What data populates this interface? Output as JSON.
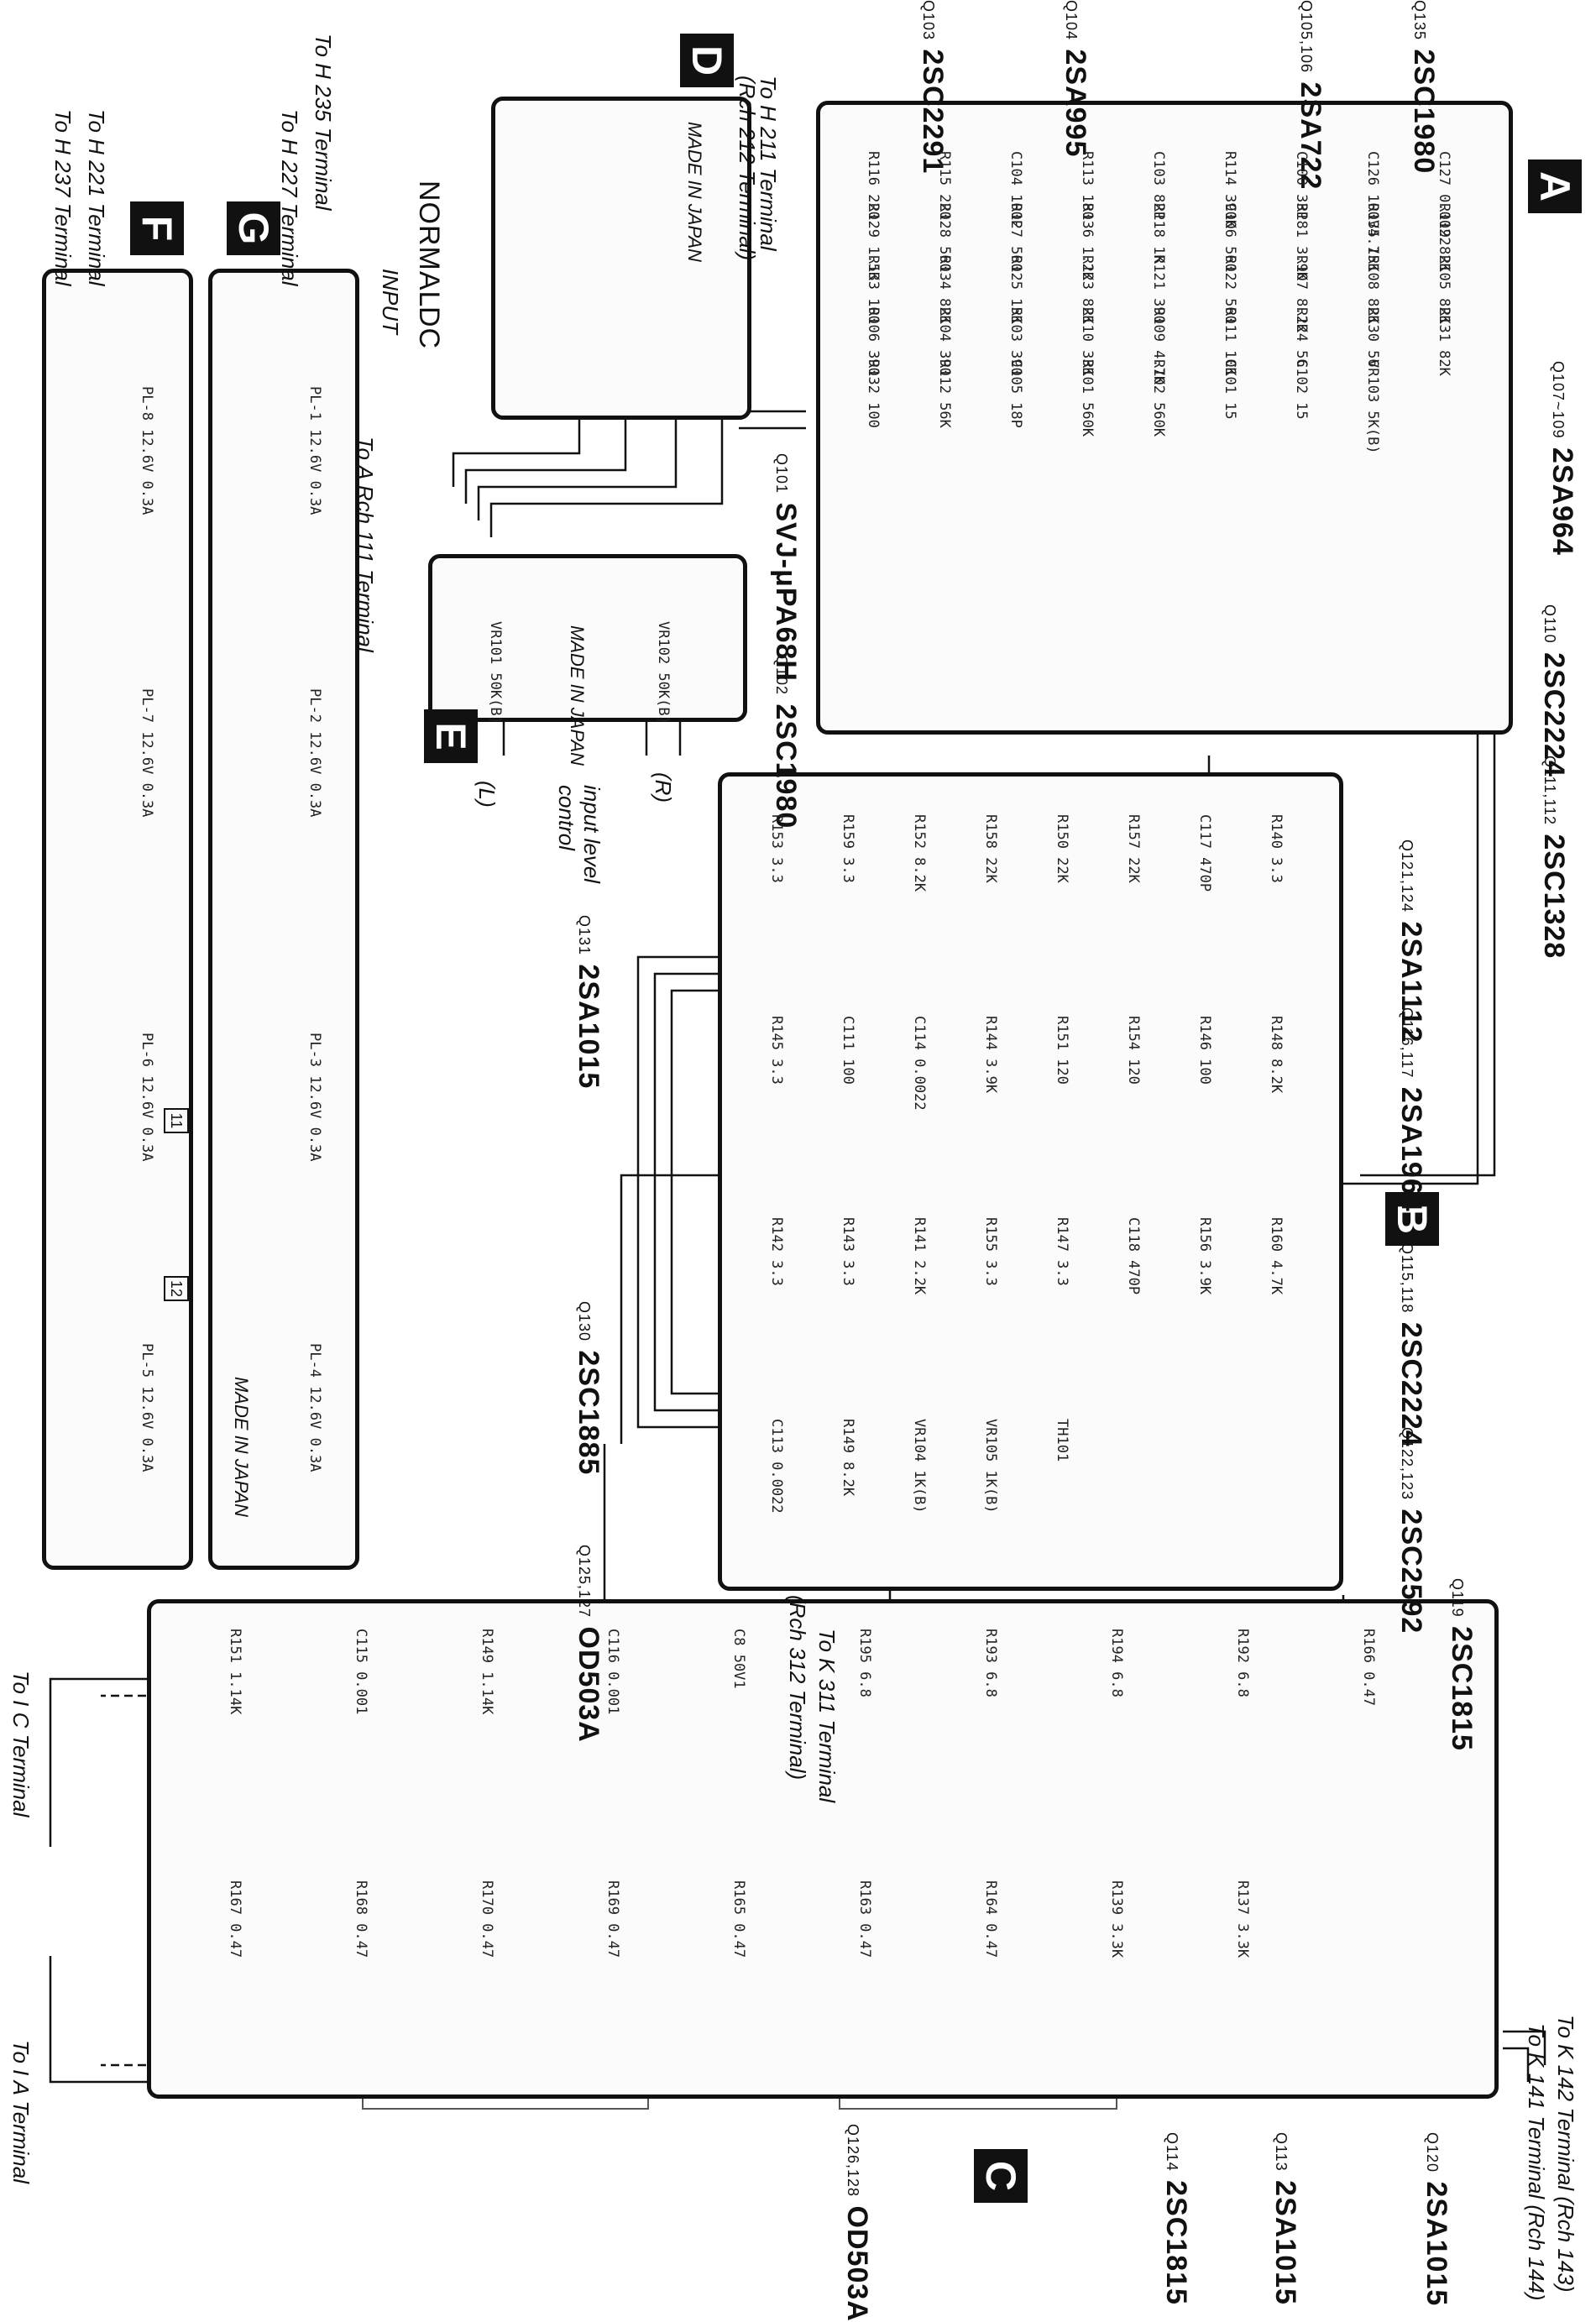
{
  "boards": {
    "a": {
      "letter": "A"
    },
    "b": {
      "letter": "B"
    },
    "c": {
      "letter": "C"
    },
    "d": {
      "letter": "D",
      "made_in": "MADE IN JAPAN"
    },
    "e": {
      "letter": "E",
      "made_in": "MADE IN JAPAN"
    },
    "f": {
      "letter": "F"
    },
    "g": {
      "letter": "G",
      "made_in": "MADE IN JAPAN"
    }
  },
  "transistor_labels": {
    "q135": {
      "ref": "Q135",
      "part": "2SC1980"
    },
    "q105": {
      "ref": "Q105,106",
      "part": "2SA722"
    },
    "q104": {
      "ref": "Q104",
      "part": "2SA995"
    },
    "q103": {
      "ref": "Q103",
      "part": "2SC2291"
    },
    "q107": {
      "ref": "Q107~109",
      "part": "2SA964"
    },
    "q110": {
      "ref": "Q110",
      "part": "2SC2224"
    },
    "q111": {
      "ref": "Q111,112",
      "part": "2SC1328"
    },
    "q101": {
      "ref": "Q101",
      "part": "SVJ-μPA68H"
    },
    "q102": {
      "ref": "Q102",
      "part": "2SC1980"
    },
    "q121": {
      "ref": "Q121,124",
      "part": "2SA1112"
    },
    "q131": {
      "ref": "Q131",
      "part": "2SA1015"
    },
    "q116": {
      "ref": "Q116,117",
      "part": "2SA1964"
    },
    "q115": {
      "ref": "Q115,118",
      "part": "2SC2224"
    },
    "q130": {
      "ref": "Q130",
      "part": "2SC1885"
    },
    "q122": {
      "ref": "Q122,123",
      "part": "2SC2592"
    },
    "q119": {
      "ref": "Q119",
      "part": "2SC1815"
    },
    "q125": {
      "ref": "Q125,127",
      "part": "OD503A"
    },
    "q126": {
      "ref": "Q126,128",
      "part": "OD503A"
    },
    "q114": {
      "ref": "Q114",
      "part": "2SC1815"
    },
    "q113": {
      "ref": "Q113",
      "part": "2SA1015"
    },
    "q120": {
      "ref": "Q120",
      "part": "2SA1015"
    }
  },
  "connections": {
    "h211": "To H 211 Terminal",
    "h212": "(Rch 212 Terminal)",
    "h221": "To H 221 Terminal",
    "h237": "To H 237 Terminal",
    "h235": "To H 235 Terminal",
    "h227": "To H 227 Terminal",
    "a111": "To A Rch 111 Terminal",
    "k311": "To K 311 Terminal",
    "k312": "(Rch 312 Terminal)",
    "k142": "To K 142 Terminal (Rch 143)",
    "k141": "To K 141 Terminal (Rch 144)",
    "ic": "To I C Terminal",
    "ia": "To I A Terminal"
  },
  "input_panel": {
    "normal": "NORMAL",
    "dc": "DC",
    "input": "INPUT",
    "input_level": "input level",
    "control": "control",
    "left": "(L)",
    "right": "(R)"
  },
  "controls": {
    "vr101": "VR101 50K(B)",
    "vr102": "VR102 50K(B)"
  },
  "lamps": [
    {
      "ref": "PL-8",
      "rating": "12.6V 0.3A"
    },
    {
      "ref": "PL-7",
      "rating": "12.6V 0.3A"
    },
    {
      "ref": "PL-6",
      "rating": "12.6V 0.3A"
    },
    {
      "ref": "PL-5",
      "rating": "12.6V 0.3A"
    },
    {
      "ref": "PL-1",
      "rating": "12.6V 0.3A"
    },
    {
      "ref": "PL-2",
      "rating": "12.6V 0.3A"
    },
    {
      "ref": "PL-3",
      "rating": "12.6V 0.3A"
    },
    {
      "ref": "PL-4",
      "rating": "12.6V 0.3A"
    }
  ],
  "board_a_parts": [
    "R116 220",
    "R115 220",
    "C104 100P",
    "R113 180",
    "C103 82P",
    "R114 390K",
    "C100 33P",
    "C126 100V4.7",
    "C127 0.0022",
    "R129 1.5K",
    "R128 560",
    "R127 560",
    "R136 1.2K",
    "R118 1K",
    "C106 560",
    "R181 3.9K",
    "R135 15K",
    "R119 82K",
    "R133 100",
    "R134 82K",
    "R125 15K",
    "R123 82K",
    "R121 390",
    "R122 560",
    "R107 8.2K",
    "R108 82K",
    "R105 82K",
    "R106 390",
    "R104 390",
    "R103 390",
    "R110 33K",
    "R109 4.7K",
    "R111 10K",
    "R124 56",
    "R130 56",
    "R131 82K",
    "R132 100",
    "R112 56K",
    "C105 18P",
    "R101 560K",
    "R102 560K",
    "C101 15",
    "C102 15",
    "VR103 5K(B)"
  ],
  "board_b_parts": [
    "R153 3.3",
    "R159 3.3",
    "R152 8.2K",
    "R158 22K",
    "R150 22K",
    "R157 22K",
    "C117 470P",
    "R140 3.3",
    "R145 3.3",
    "C111 100",
    "C114 0.0022",
    "R144 3.9K",
    "R151 120",
    "R154 120",
    "R146 100",
    "R148 8.2K",
    "R142 3.3",
    "R143 3.3",
    "R141 2.2K",
    "R155 3.3",
    "R147 3.3",
    "C118 470P",
    "R156 3.9K",
    "R160 4.7K",
    "C113 0.0022",
    "R149 8.2K",
    "VR104 1K(B)",
    "VR105 1K(B)",
    "TH101"
  ],
  "board_c_parts": [
    "R151 1.14K",
    "C115 0.001",
    "R149 1.14K",
    "C116 0.001",
    "C8 50V1",
    "R195 6.8",
    "R193 6.8",
    "R194 6.8",
    "R192 6.8",
    "R166 0.47",
    "R167 0.47",
    "R168 0.47",
    "R170 0.47",
    "R169 0.47",
    "R165 0.47",
    "R163 0.47",
    "R164 0.47",
    "R139 3.3K",
    "R137 3.3K"
  ],
  "page_numbers": {
    "p11": "11",
    "p12": "12"
  }
}
